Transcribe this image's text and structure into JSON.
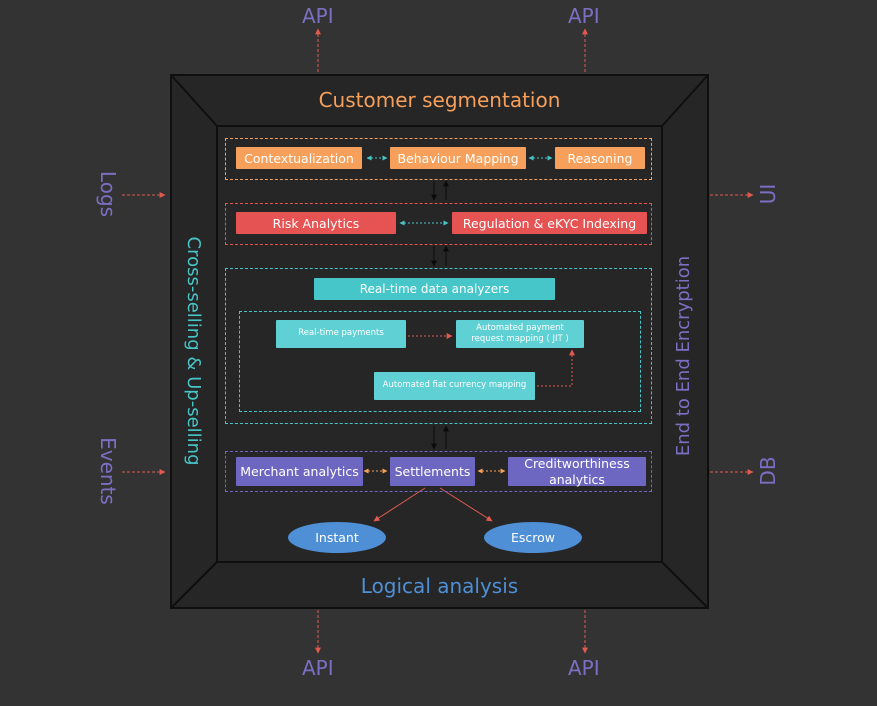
{
  "outer_labels": {
    "api_top_left": "API",
    "api_top_right": "API",
    "api_bottom_left": "API",
    "api_bottom_right": "API",
    "logs": "Logs",
    "events": "Events",
    "ui": "UI",
    "db": "DB"
  },
  "frame": {
    "top_label": "Customer segmentation",
    "bottom_label": "Logical analysis",
    "left_label": "Cross-selling & Up-selling",
    "right_label": "End to End Encryption"
  },
  "layers": {
    "customer": {
      "contextualization": "Contextualization",
      "behaviour_mapping": "Behaviour Mapping",
      "reasoning": "Reasoning"
    },
    "risk": {
      "risk_analytics": "Risk Analytics",
      "regulation": "Regulation & eKYC Indexing"
    },
    "realtime": {
      "header": "Real-time data analyzers",
      "payments": "Real-time payments",
      "automated_request": "Automated payment request mapping ( JIT )",
      "fiat_mapping": "Automated fiat currency mapping"
    },
    "settlement": {
      "merchant": "Merchant analytics",
      "settlements": "Settlements",
      "creditworthiness": "Creditworthiness analytics"
    },
    "outcomes": {
      "instant": "Instant",
      "escrow": "Escrow"
    }
  },
  "colors": {
    "background": "#333333",
    "frame_fill": "#262626",
    "orange": "#f7a05b",
    "red": "#e65353",
    "cyan": "#47c6ca",
    "purple": "#6d67c2",
    "blue": "#4e8fd6",
    "arrow_red": "#e05a4f",
    "outer_text": "#7b6fc3"
  }
}
